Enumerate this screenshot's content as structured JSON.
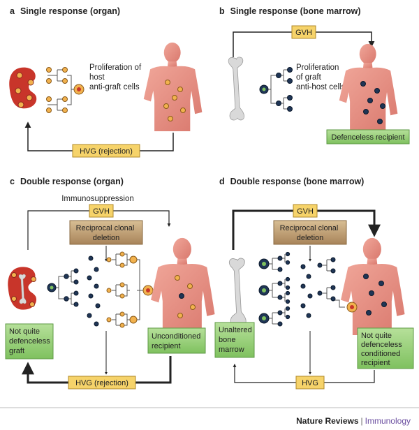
{
  "panels": {
    "a": {
      "letter": "a",
      "title": "Single response (organ)",
      "text": [
        "Proliferation of",
        "host",
        "anti-graft cells"
      ],
      "arrow_label": "HVG (rejection)"
    },
    "b": {
      "letter": "b",
      "title": "Single response (bone marrow)",
      "top_label": "GVH",
      "text": [
        "Proliferation",
        "of graft",
        "anti-host cells"
      ],
      "box": "Defenceless recipient"
    },
    "c": {
      "letter": "c",
      "title": "Double response (organ)",
      "immuno": "Immunosuppression",
      "top_label": "GVH",
      "deletion": [
        "Reciprocal clonal",
        "deletion"
      ],
      "left_box": [
        "Not quite",
        "defenceless",
        "graft"
      ],
      "right_box": [
        "Unconditioned",
        "recipient"
      ],
      "bottom_label": "HVG (rejection)"
    },
    "d": {
      "letter": "d",
      "title": "Double response (bone marrow)",
      "top_label": "GVH",
      "deletion": [
        "Reciprocal clonal",
        "deletion"
      ],
      "left_box": [
        "Unaltered",
        "bone",
        "marrow"
      ],
      "right_box": [
        "Not quite",
        "defenceless",
        "conditioned",
        "recipient"
      ],
      "bottom_label": "HVG"
    }
  },
  "credit": {
    "publisher": "Nature Reviews",
    "separator": "|",
    "journal": "Immunology"
  },
  "colors": {
    "kidney": "#c8352a",
    "body": "#e58f85",
    "bone": "#d9d9d9",
    "green_box": "#8fcc72",
    "yellow_label": "#f6d36a",
    "tan_box": "#b89466",
    "host_cell": "#f2b24e",
    "graft_cell": "#1f3556"
  }
}
